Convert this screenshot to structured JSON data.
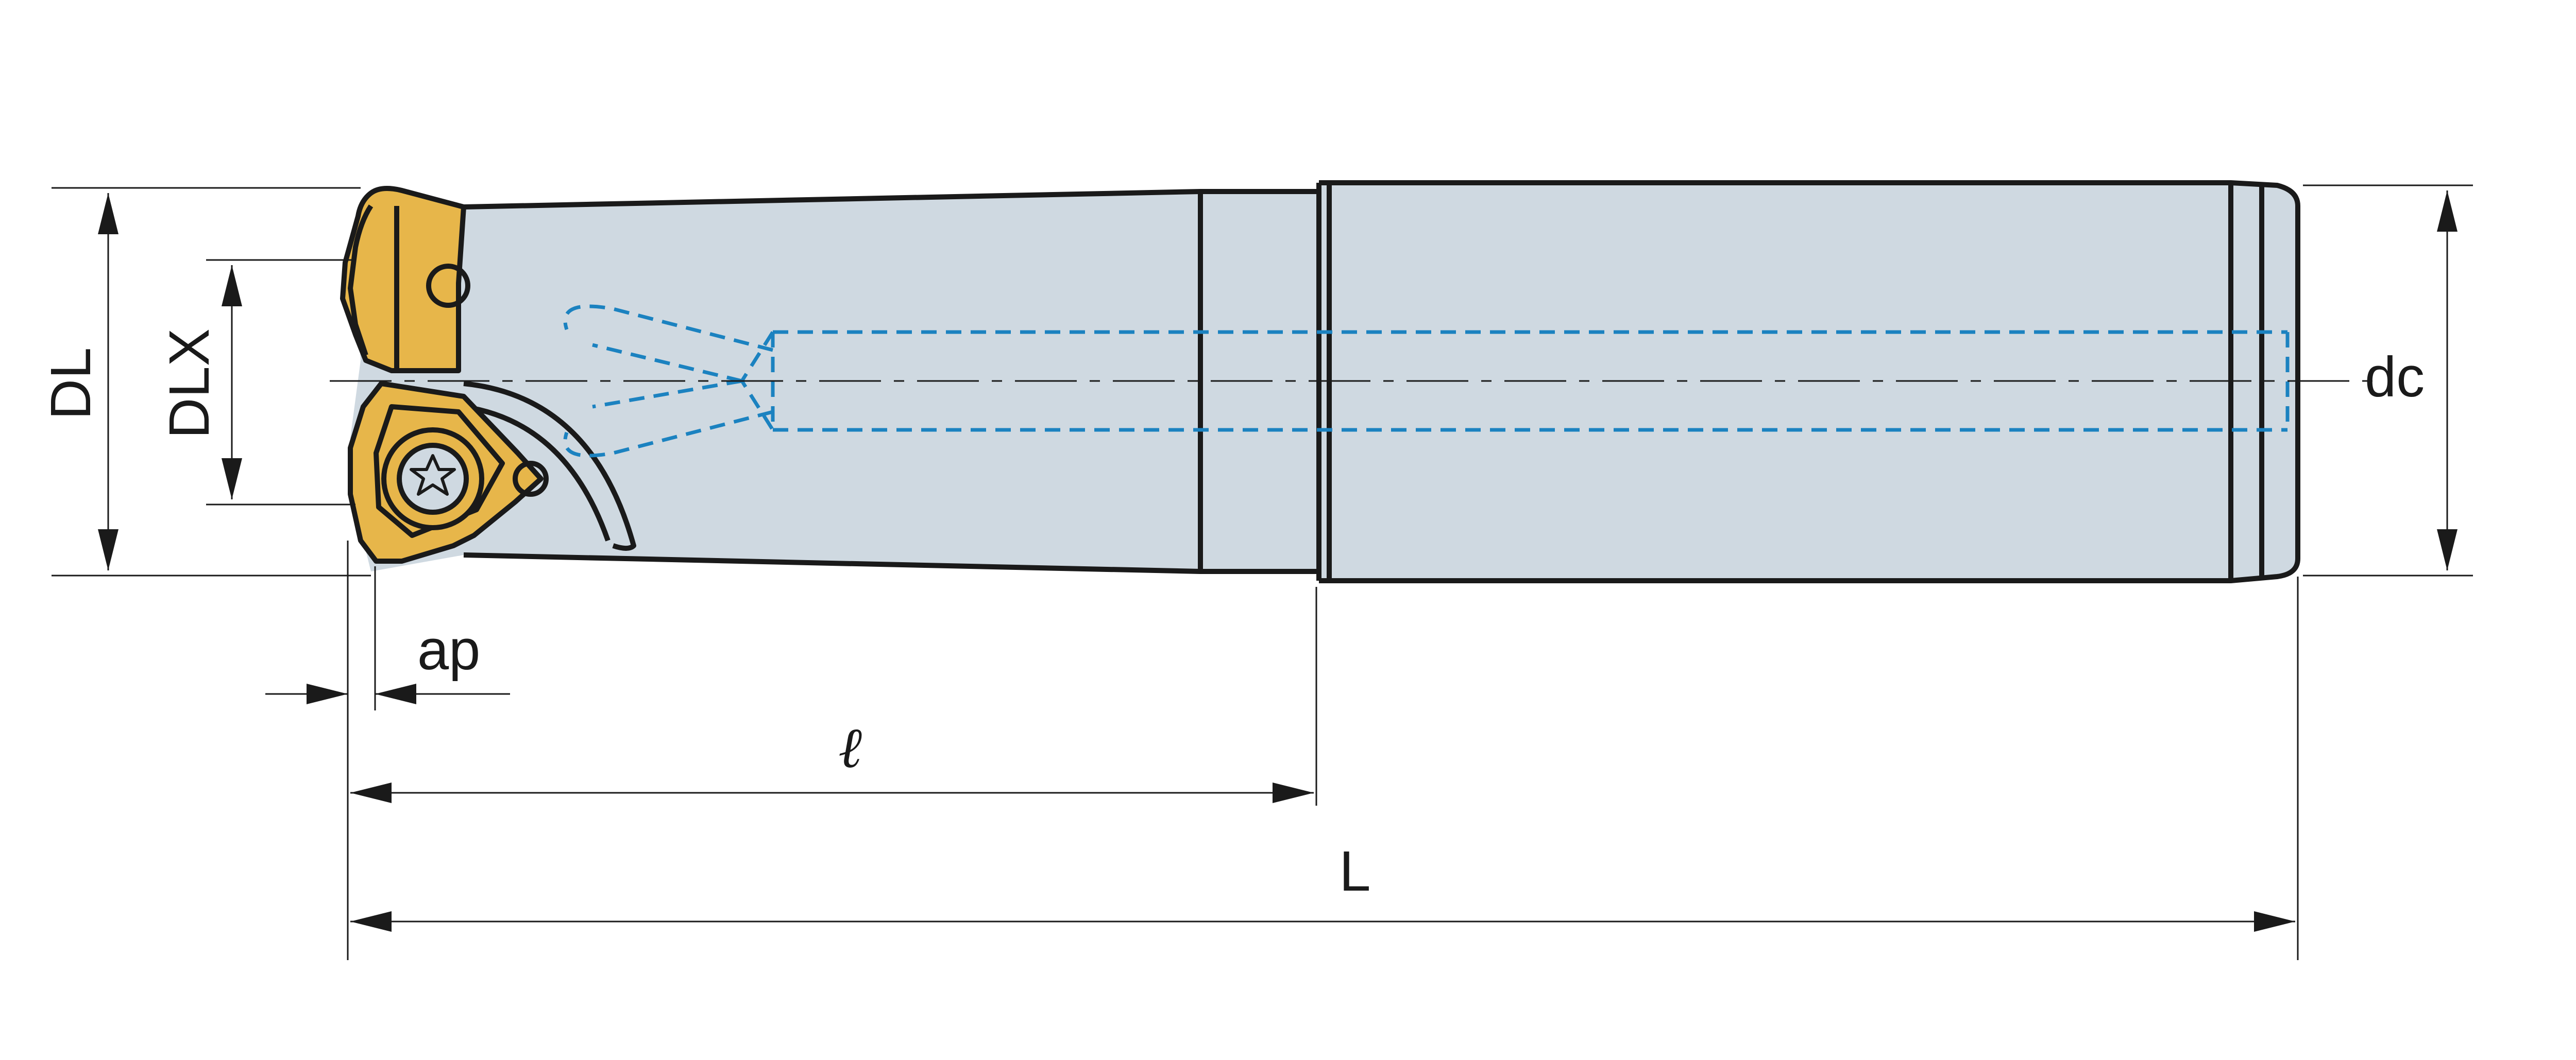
{
  "labels": {
    "dl": "DL",
    "dlx": "DLX",
    "dc": "dc",
    "ap": "ap",
    "l_small": "ℓ",
    "l_total": "L"
  },
  "colors": {
    "body": "#cfd9e1",
    "insert": "#e7b64a",
    "coolant": "#1b82c0",
    "line": "#1a1a1a"
  }
}
